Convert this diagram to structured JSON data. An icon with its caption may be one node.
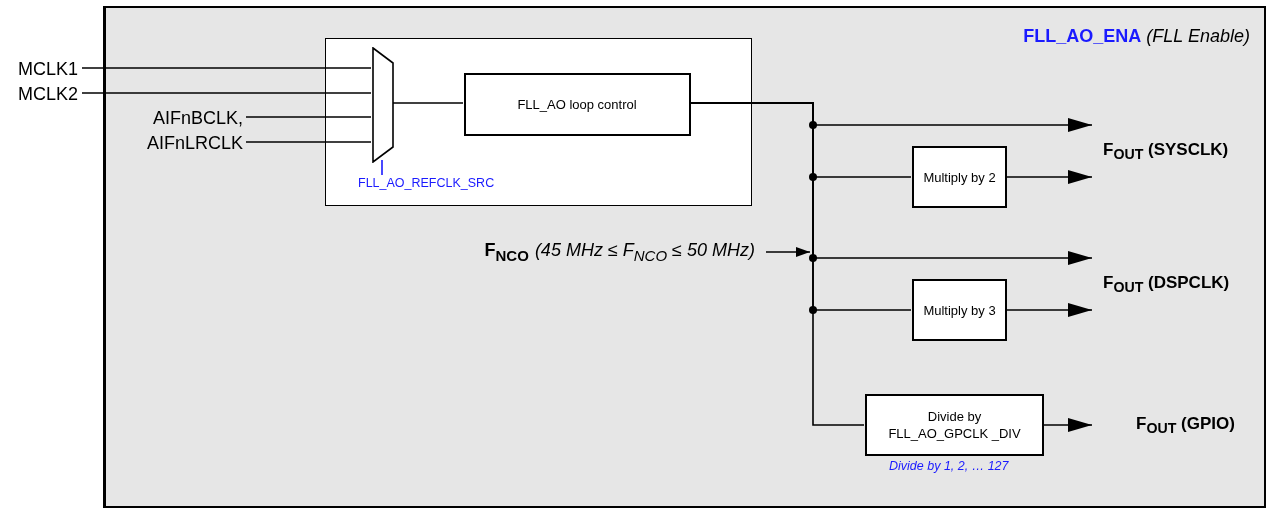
{
  "diagram": {
    "nodes": [
      {
        "text": [
          "FLL_AO_ENA",
          "(FLL Enable)"
        ]
      },
      {
        "text": [],
        "shape": "box",
        "in": 0
      },
      {
        "text": [
          "MCLK1"
        ]
      },
      {
        "text": [
          "MCLK2"
        ]
      },
      {
        "text": [
          "AIFnBCLK,"
        ],
        "in": 0
      },
      {
        "text": [
          "AIFnLRCLK"
        ],
        "in": 0
      },
      {
        "text": [],
        "shape": "trapezoid",
        "in": 1,
        "beside": [
          "FLL_AO_REFCLK_SRC"
        ]
      },
      {
        "text": [
          "FLL_AO loop control"
        ],
        "in": 1
      },
      {
        "text": [
          "Multiply by 2"
        ],
        "in": 0
      },
      {
        "text": [
          "Multiply by 3"
        ],
        "in": 0
      },
      {
        "text": [
          "Divide by FLL_AO_GPCLK _DIV"
        ],
        "in": 0,
        "beside": [
          "Divide by 1, 2, … 127"
        ]
      },
      {
        "text": [
          "F$_{OUT}$ (SYSCLK)"
        ],
        "in": 0
      },
      {
        "text": [
          "F$_{OUT}$ (DSPCLK)"
        ],
        "in": 0
      },
      {
        "text": [
          "F$_{OUT}$ (GPIO)"
        ],
        "in": 0
      },
      {
        "text": [
          "F$_{NCO}$",
          "(45 MHz ≤ F$_{NCO}$ ≤ 50 MHz)"
        ],
        "in": 0
      }
    ],
    "edges": [
      {
        "from": 2,
        "to": 6,
        "arrow": "none"
      },
      {
        "from": 3,
        "to": 6,
        "arrow": "none"
      },
      {
        "from": 4,
        "to": 6,
        "arrow": "none"
      },
      {
        "from": 5,
        "to": 6,
        "arrow": "none"
      },
      {
        "from": 6,
        "to": 7,
        "arrow": "none"
      },
      {
        "from": 7,
        "to": 11,
        "arrow": "to"
      },
      {
        "from": 7,
        "to": 8,
        "arrow": "none"
      },
      {
        "from": 8,
        "to": 11,
        "arrow": "to"
      },
      {
        "from": 7,
        "to": 12,
        "arrow": "to"
      },
      {
        "from": 7,
        "to": 9,
        "arrow": "none"
      },
      {
        "from": 9,
        "to": 12,
        "arrow": "to"
      },
      {
        "from": 7,
        "to": 10,
        "arrow": "none"
      },
      {
        "from": 10,
        "to": 13,
        "arrow": "to"
      },
      {
        "from": 14,
        "to": null,
        "arrow": "to"
      }
    ]
  }
}
